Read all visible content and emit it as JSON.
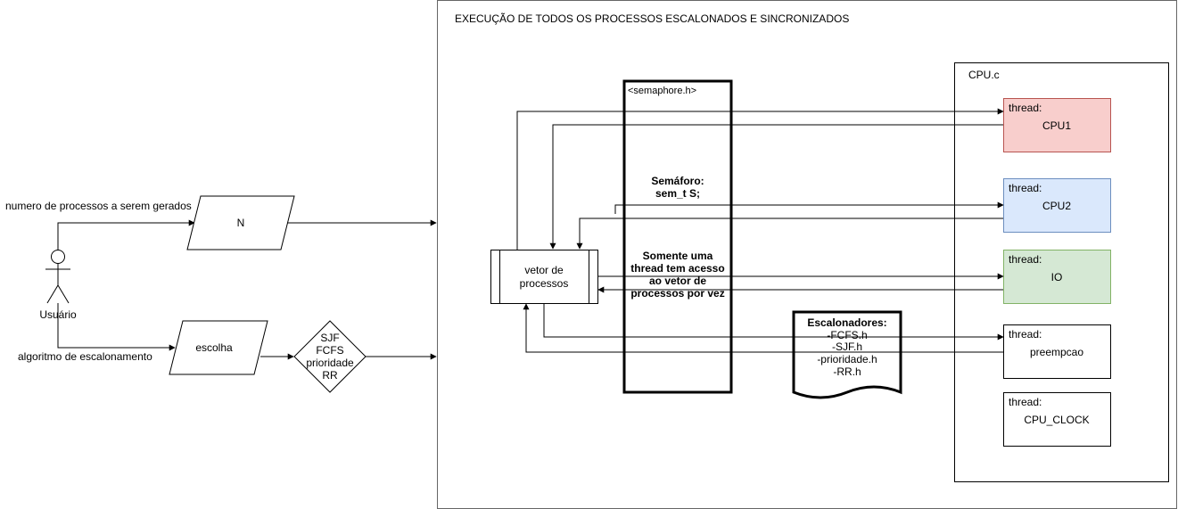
{
  "outer_panel": {
    "title": "EXECUÇÃO DE TODOS OS PROCESSOS ESCALONADOS E SINCRONIZADOS"
  },
  "actor": {
    "label": "Usuário",
    "label_count": "numero de processos a serem gerados",
    "label_algo": "algoritmo de escalonamento"
  },
  "inputs": {
    "n": "N",
    "escolha": "escolha"
  },
  "decision": {
    "lines": [
      "SJF",
      "FCFS",
      "prioridade",
      "RR"
    ]
  },
  "vetor": {
    "lines": [
      "vetor de",
      "processos"
    ]
  },
  "semaphore": {
    "header": "<semaphore.h>",
    "title_lines": [
      "Semáforo:",
      "sem_t S;"
    ],
    "desc_lines": [
      "Somente uma",
      "thread tem acesso",
      "ao vetor de",
      "processos por vez"
    ]
  },
  "escalonadores": {
    "lines": [
      "Escalonadores:",
      "-FCFS.h",
      "-SJF.h",
      "-prioridade.h",
      "-RR.h"
    ]
  },
  "cpu_container": {
    "title": "CPU.c"
  },
  "threads": [
    {
      "tag": "thread:",
      "name": "CPU1",
      "fill": "#f8cecc",
      "stroke": "#b85450"
    },
    {
      "tag": "thread:",
      "name": "CPU2",
      "fill": "#dae8fc",
      "stroke": "#6c8ebf"
    },
    {
      "tag": "thread:",
      "name": "IO",
      "fill": "#d5e8d4",
      "stroke": "#82b366"
    },
    {
      "tag": "thread:",
      "name": "preempcao",
      "fill": "#ffffff",
      "stroke": "#000000"
    },
    {
      "tag": "thread:",
      "name": "CPU_CLOCK",
      "fill": "#ffffff",
      "stroke": "#000000"
    }
  ]
}
